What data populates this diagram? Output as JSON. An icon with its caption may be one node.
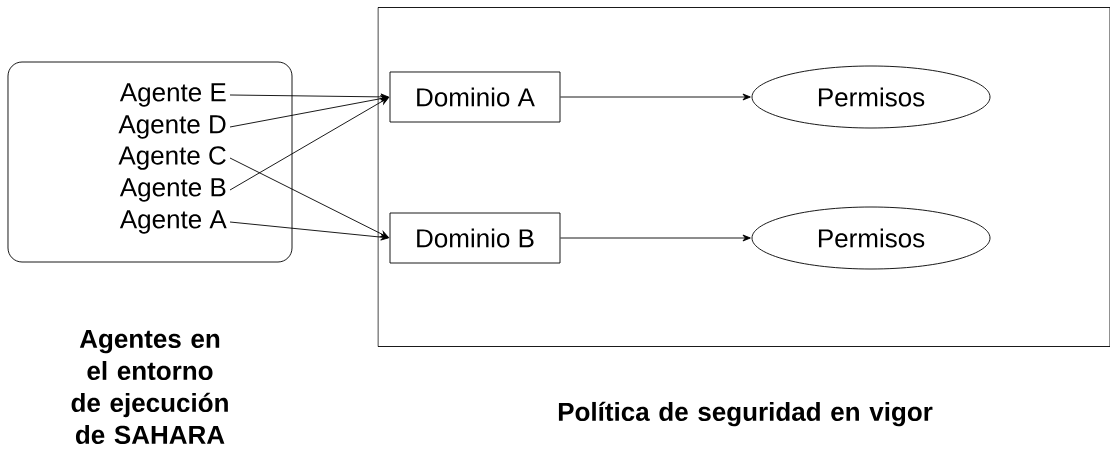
{
  "diagram": {
    "nodes": [
      {
        "text": [
          "Agentes en el entorno de ejecución de SAHARA"
        ]
      },
      {
        "text": [
          "Agente E"
        ],
        "in": 0
      },
      {
        "text": [
          "Agente D"
        ],
        "in": 0
      },
      {
        "text": [
          "Agente C"
        ],
        "in": 0
      },
      {
        "text": [
          "Agente B"
        ],
        "in": 0
      },
      {
        "text": [
          "Agente A"
        ],
        "in": 0
      },
      {
        "text": [
          "Política de seguridad en vigor"
        ]
      },
      {
        "text": [
          "Dominio A"
        ],
        "in": 6
      },
      {
        "text": [
          "Permisos"
        ],
        "in": 6
      },
      {
        "text": [
          "Dominio B"
        ],
        "in": 6
      },
      {
        "text": [
          "Permisos"
        ],
        "in": 6
      }
    ],
    "edges": [
      {
        "from": 1,
        "to": 7,
        "arrow": "to"
      },
      {
        "from": 2,
        "to": 7,
        "arrow": "to"
      },
      {
        "from": 4,
        "to": 7,
        "arrow": "to"
      },
      {
        "from": 3,
        "to": 9,
        "arrow": "to"
      },
      {
        "from": 5,
        "to": 9,
        "arrow": "to"
      },
      {
        "from": 7,
        "to": 8,
        "arrow": "to"
      },
      {
        "from": 9,
        "to": 10,
        "arrow": "to"
      }
    ]
  }
}
